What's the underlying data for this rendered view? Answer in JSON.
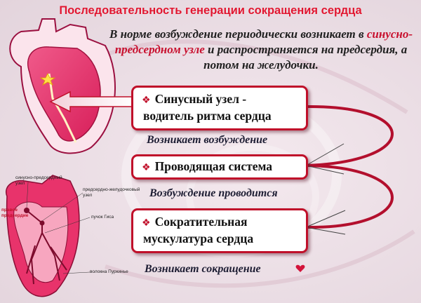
{
  "slide": {
    "title": "Последовательность генерации сокращения сердца",
    "intro": {
      "part1": "В норме возбуждение периодически возникает в ",
      "highlight": "синусно-предсердном узле",
      "part2": " и распространяется на предсердия, а потом на желудочки."
    },
    "steps": [
      {
        "box_line1": "Синусный узел -",
        "box_line2": "водитель ритма сердца",
        "caption": "Возникает возбуждение"
      },
      {
        "box_line1": "Проводящая система",
        "caption": "Возбуждение проводится"
      },
      {
        "box_line1": "Сократительная",
        "box_line2": "мускулатура сердца",
        "caption": "Возникает сокращение"
      }
    ],
    "diagram_labels": {
      "sinoatrial_node": "синусно-предсердный узел",
      "atrioventricular_node": "предсердно-желудочковый узел",
      "right_atrium": "правое предсердие",
      "his_bundle": "пучок Гиса",
      "purkinje": "волокна Пуркинье"
    },
    "colors": {
      "title": "#e0152f",
      "accent": "#c0102a",
      "heart": "#e8336b",
      "highlight": "#c8102e"
    },
    "icons": {
      "bullet": "diamond-bullet-icon",
      "arrow": "left-arrow-icon",
      "heart": "small-heart-icon"
    }
  }
}
